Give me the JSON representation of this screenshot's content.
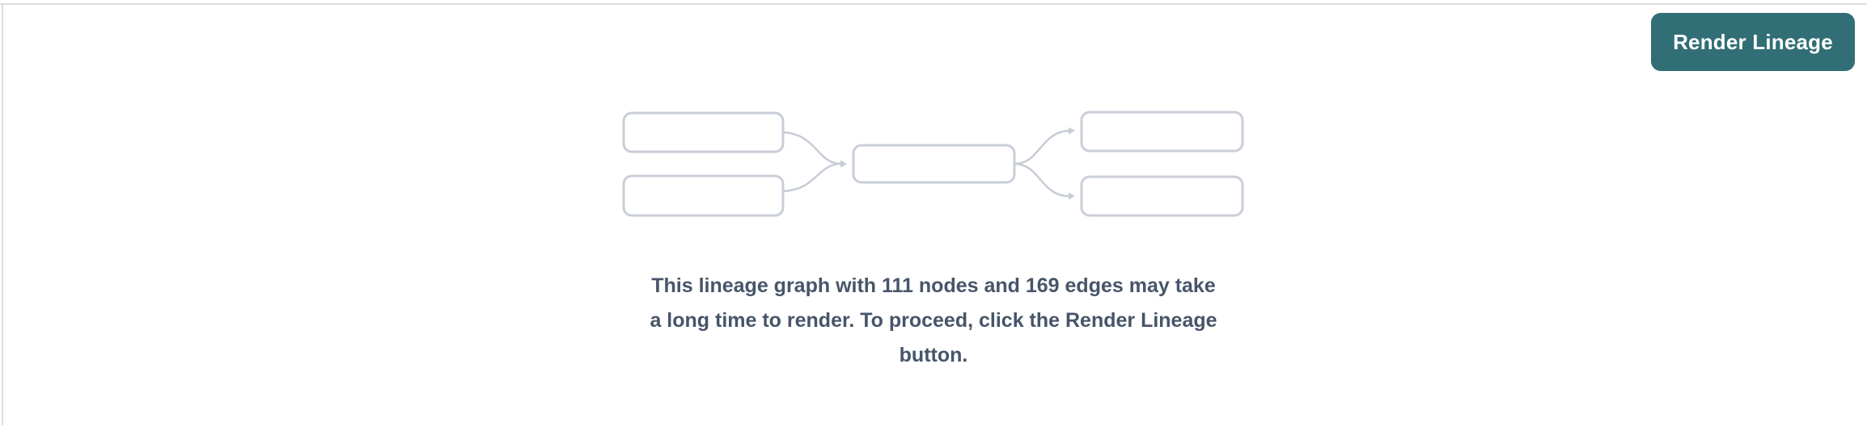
{
  "colors": {
    "page_background": "#ffffff",
    "panel_border": "#dcdde0",
    "accent": "#316e75",
    "message_text": "#475569",
    "node_border": "#c9ced8",
    "edge": "#c7ccd5"
  },
  "toolbar": {
    "render_button_label": "Render Lineage"
  },
  "empty_state": {
    "node_count": "111",
    "edge_count": "169",
    "message": "This lineage graph with 111 nodes and 169 edges may take a long time to render. To proceed, click the Render Lineage button.",
    "message_lines": [
      "This lineage graph with 111 nodes and 169 edges may take",
      "a long time to render. To proceed, click the Render Lineage",
      "button."
    ],
    "illustration_name": "lineage-graph-placeholder"
  }
}
